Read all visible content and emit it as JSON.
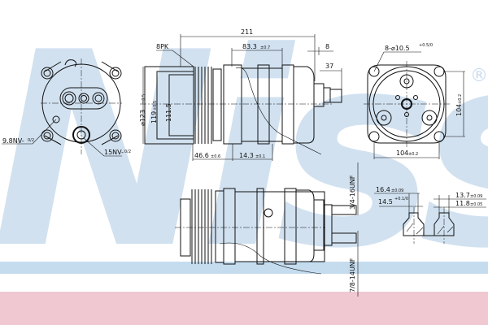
{
  "watermark": {
    "brand": "Nissens",
    "registered_mark": "®",
    "color": "#c9dcee"
  },
  "bands": {
    "blue": "#c5dcef",
    "pink": "#f0c8d2"
  },
  "left_view": {
    "label_9_8": "9.8NV-",
    "label_9_8_tol": "0/2",
    "label_15": "15NV-",
    "label_15_tol": "0/2"
  },
  "side_view": {
    "overall_length": "211",
    "body_length": "83.3",
    "body_length_tol": "±0.7",
    "dim_8": "8",
    "dim_37": "37",
    "belt": "8PK",
    "pulley_dia": "⌀123",
    "pulley_dia_tol": "±0.5",
    "dia_119": "119",
    "dia_119_tol": "±0.5",
    "dia_111_5": "111.5",
    "dim_46_6": "46.6",
    "dim_46_6_tol": "±0.6",
    "dim_14_3": "14.3",
    "dim_14_3_tol": "±0.1"
  },
  "right_view": {
    "holes": "8-⌀10.5",
    "holes_tol": "+0.5/0",
    "width": "104",
    "width_tol": "±0.2",
    "height": "104",
    "height_tol": "±0.2"
  },
  "bottom_view": {
    "thread_upper": "3/4-16UNF",
    "thread_lower": "7/8-14UNF"
  },
  "sections": {
    "d16_4": "16.4",
    "d16_4_tol": "±0.09",
    "d14_5": "14.5",
    "d14_5_tol": "+0.1/0",
    "d13_7": "13.7",
    "d13_7_tol": "±0.09",
    "d11_8": "11.8",
    "d11_8_tol": "±0.05"
  }
}
